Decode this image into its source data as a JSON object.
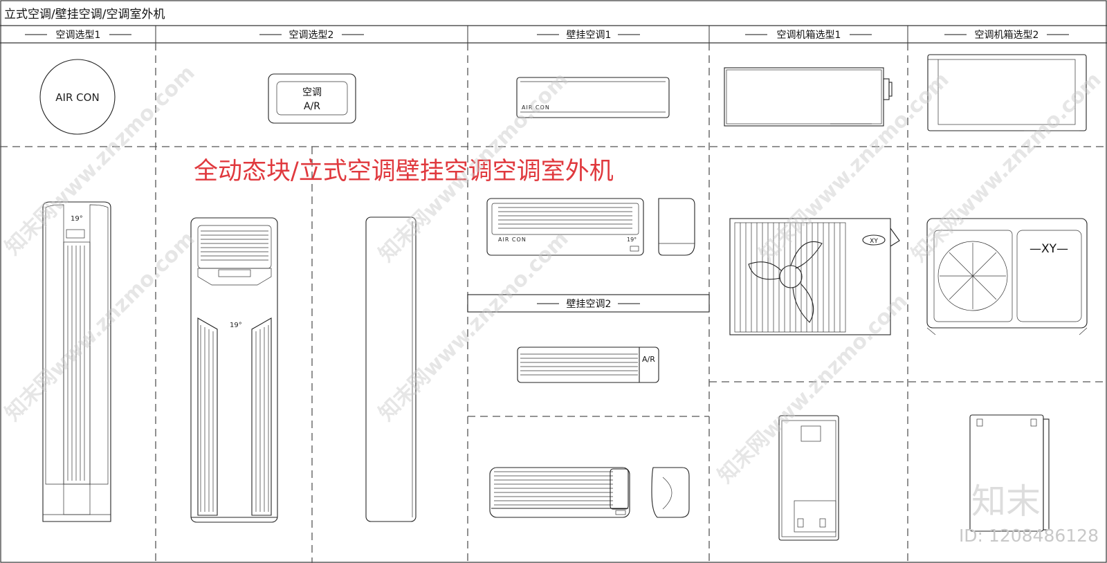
{
  "title": "立式空调/壁挂空调/空调室外机",
  "headers": [
    "空调选型1",
    "空调选型2",
    "壁挂空调1",
    "空调机箱选型1",
    "空调机箱选型2"
  ],
  "section_wall2": "壁挂空调2",
  "red_caption": "全动态块/立式空调壁挂空调空调室外机",
  "labels": {
    "round_aircon": "AIR  CON",
    "panel_line1": "空调",
    "panel_line2": "A/R",
    "wall1_text": "AIR  CON",
    "wall2_text": "AIR  CON",
    "wall2_temp": "19°",
    "tower1_temp": "19°",
    "cabinet_temp": "19°",
    "wall_small_ar": "A/R",
    "outdoor1_badge": "XY",
    "outdoor2_badge": "—XY—"
  },
  "watermark": {
    "text": "知末网www.znzmo.com",
    "logo": "知末",
    "id": "ID: 1208486128"
  },
  "colors": {
    "caption_red": "#e0393e",
    "line": "#222222",
    "watermark": "#c8c8c8"
  }
}
